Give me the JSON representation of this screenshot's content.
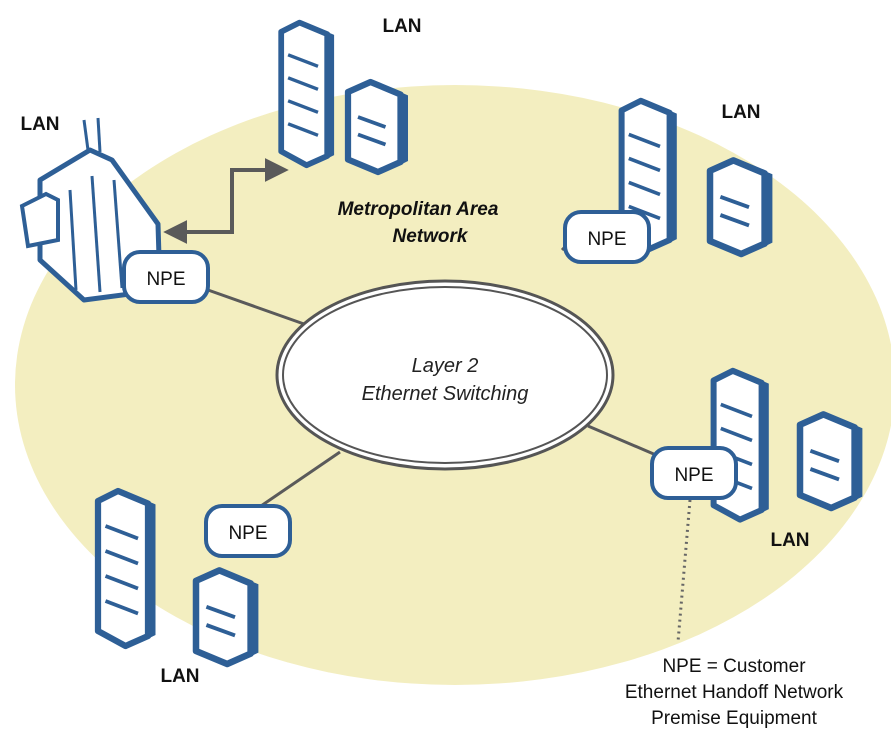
{
  "title_line1": "Metropolitan Area",
  "title_line2": "Network",
  "core": {
    "line1": "Layer 2",
    "line2": "Ethernet Switching"
  },
  "lan_label": "LAN",
  "npe_label": "NPE",
  "note": {
    "line1": "NPE = Customer",
    "line2": "Ethernet Handoff Network",
    "line3": "Premise Equipment"
  },
  "colors": {
    "background_ellipse": "#f3eec0",
    "device_outline": "#2e5f96",
    "link_line": "#5a5a5a"
  }
}
